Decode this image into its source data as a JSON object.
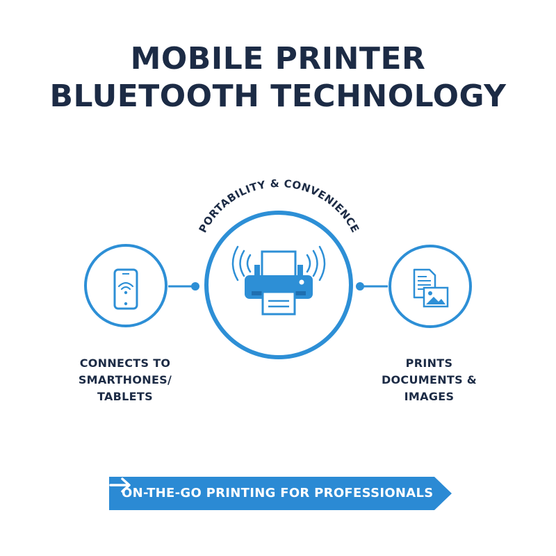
{
  "title": {
    "line1": "MOBILE PRINTER",
    "line2": "BLUETOOTH TECHNOLOGY"
  },
  "center": {
    "arc_label": "PORTABILITY & CONVENIENCE",
    "icon": "printer-icon"
  },
  "left": {
    "icon": "smartphone-wifi-icon",
    "caption_line1": "CONNECTS TO",
    "caption_line2": "SMARTHONES/",
    "caption_line3": "TABLETS"
  },
  "right": {
    "icon": "document-image-icon",
    "caption_line1": "PRINTS",
    "caption_line2": "DOCUMENTS &",
    "caption_line3": "IMAGES"
  },
  "banner": {
    "text": "ON-THE-GO PRINTING FOR PROFESSIONALS",
    "icon": "arrow-right-icon"
  },
  "colors": {
    "primary_blue": "#2d8fd6",
    "dark_navy": "#1c2b45",
    "banner_blue": "#2b8ad4"
  }
}
